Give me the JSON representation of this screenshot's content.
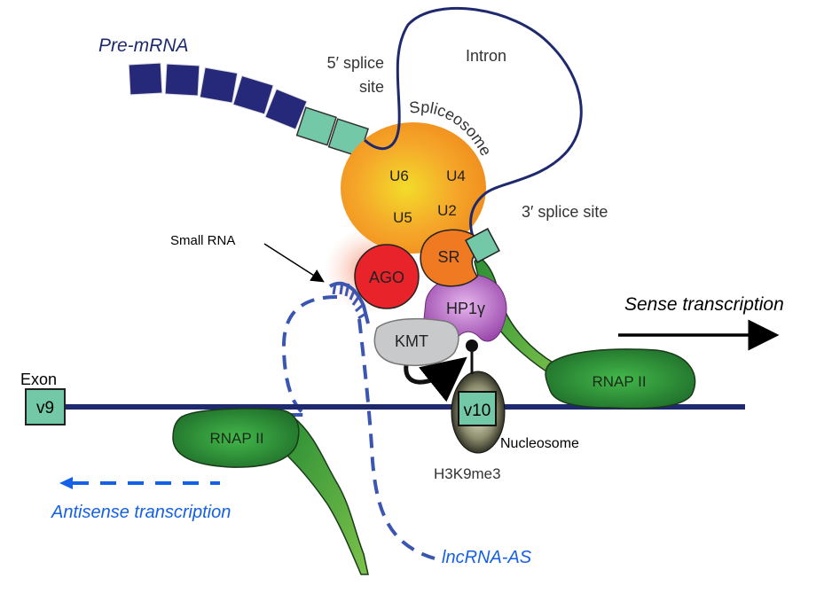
{
  "title": "Alternative splicing regulation by antisense lncRNA and small RNA",
  "labels": {
    "pre_mrna": "Pre-mRNA",
    "five_prime_splice_site_line1": "5′ splice",
    "five_prime_splice_site_line2": "site",
    "intron": "Intron",
    "spliceosome": "Spliceosome",
    "three_prime_splice_site": "3′ splice site",
    "small_rna": "Small RNA",
    "sense_transcription": "Sense transcription",
    "antisense_transcription": "Antisense transcription",
    "lncrna_as": "lncRNA-AS",
    "exon": "Exon",
    "nucleosome": "Nucleosome",
    "h3k9me3": "H3K9me3"
  },
  "snrnps": {
    "u6": "U6",
    "u4": "U4",
    "u5": "U5",
    "u2": "U2"
  },
  "proteins": {
    "ago": "AGO",
    "sr": "SR",
    "hp1g": "HP1γ",
    "kmt": "KMT",
    "rnap_sense": "RNAP II",
    "rnap_antisense": "RNAP II"
  },
  "exons": {
    "v9": "v9",
    "v10": "v10"
  },
  "colors": {
    "dna": "#1f2a6e",
    "exon_dark": "#26297a",
    "exon_light": "#73c9a7",
    "spliceosome_center": "#f3dc2a",
    "spliceosome_edge": "#f08a1c",
    "ago": "#e8232a",
    "sr": "#f07a22",
    "hp1g": "#b366c0",
    "kmt": "#c7c9cb",
    "rnap": "#2e9a3b",
    "rnap_tail": "#6ab344",
    "lncrna": "#3a56b0",
    "antisense_blue": "#1460e6",
    "pre_mrna_label": "#1f2a6e"
  }
}
